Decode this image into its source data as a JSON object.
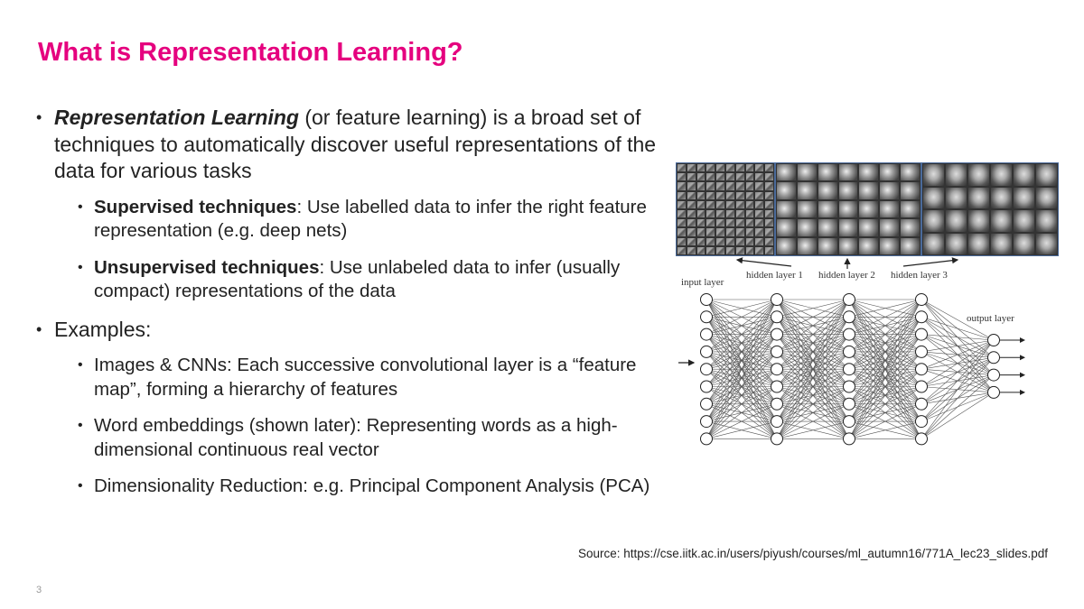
{
  "title": "What is Representation Learning?",
  "bullets": {
    "b1": {
      "bold": "Representation Learning",
      "rest": " (or feature learning) is a broad set of techniques to automatically discover useful representations of the data for various tasks"
    },
    "b1a": {
      "bold": "Supervised techniques",
      "rest": ": Use labelled data to infer the right feature representation (e.g. deep nets)"
    },
    "b1b": {
      "bold": "Unsupervised techniques",
      "rest": ": Use unlabeled data to infer (usually compact) representations of the data"
    },
    "b2": {
      "text": "Examples:"
    },
    "b2a": {
      "text": "Images & CNNs: Each successive convolutional layer is a “feature map”, forming a hierarchy of features"
    },
    "b2b": {
      "text": "Word embeddings (shown later): Representing words as a high-dimensional continuous real vector"
    },
    "b2c": {
      "text": "Dimensionality Reduction: e.g. Principal Component Analysis (PCA)"
    }
  },
  "figure": {
    "labels": {
      "input": "input layer",
      "hidden1": "hidden layer 1",
      "hidden2": "hidden layer 2",
      "hidden3": "hidden layer 3",
      "output": "output layer"
    },
    "layer_sizes": [
      9,
      9,
      9,
      9,
      4
    ]
  },
  "source": "Source: https://cse.iitk.ac.in/users/piyush/courses/ml_autumn16/771A_lec23_slides.pdf",
  "page_number": "3"
}
